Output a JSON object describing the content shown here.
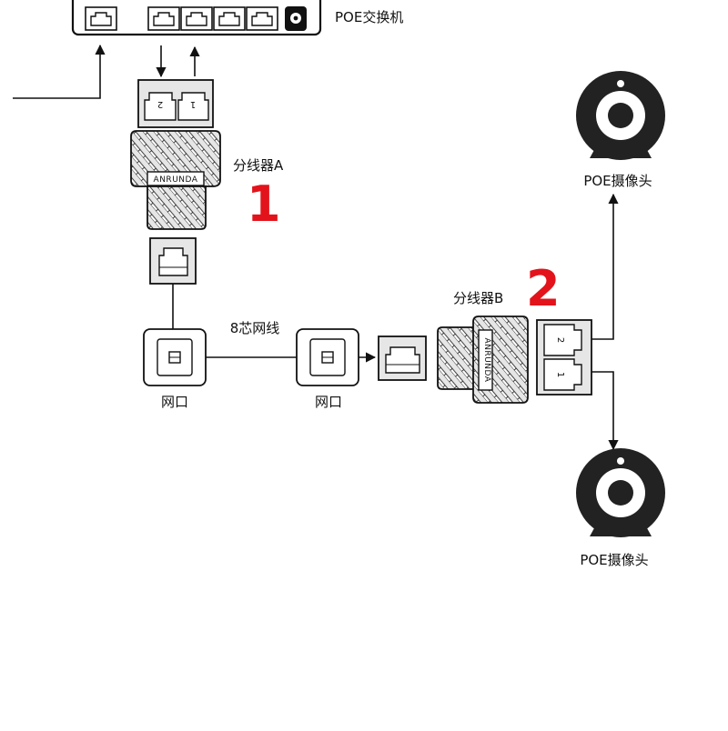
{
  "labels": {
    "switch": "POE交换机",
    "splitter_a": "分线器A",
    "splitter_b": "分线器B",
    "step_1": "1",
    "step_2": "2",
    "cable": "8芯网线",
    "wall_port_left": "网口",
    "wall_port_right": "网口",
    "camera_top": "POE摄像头",
    "camera_bottom": "POE摄像头",
    "brand_a": "ANRUNDA",
    "brand_b": "ANRUNDA",
    "port_a_left": "2",
    "port_a_right": "1",
    "port_b_top": "2",
    "port_b_bottom": "1"
  },
  "colors": {
    "accent": "#e3131b",
    "line": "#111111",
    "device_fill": "#e6e6e6",
    "camera": "#222222"
  },
  "icons": {
    "switch": "network-switch-icon",
    "splitter": "rj45-splitter-icon",
    "wall_port": "wall-jack-icon",
    "camera": "webcam-icon",
    "arrow": "arrow-icon"
  }
}
